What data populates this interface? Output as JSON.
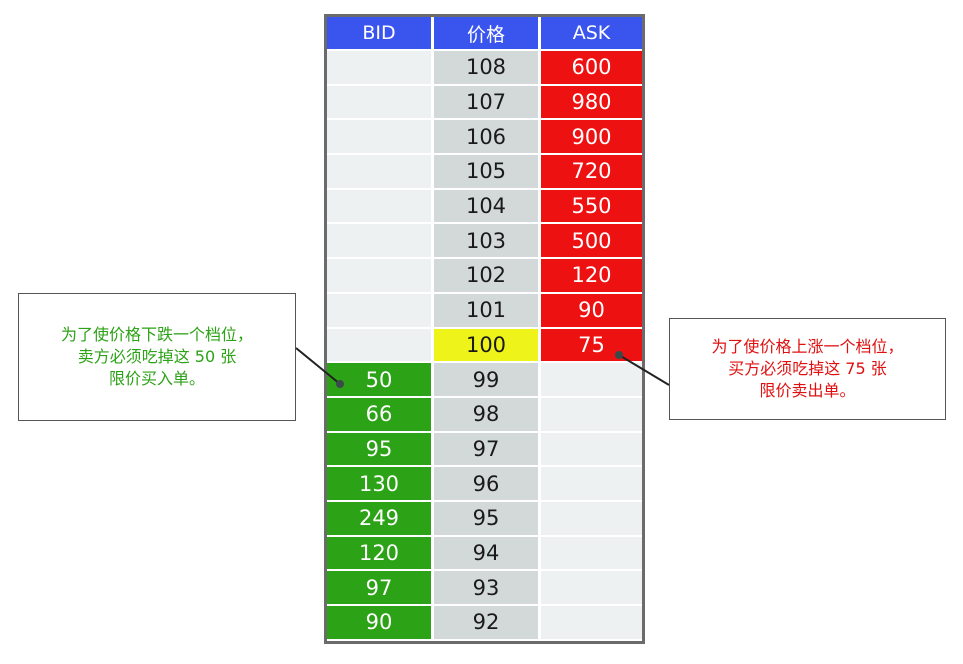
{
  "order_book": {
    "headers": {
      "bid": "BID",
      "price": "价格",
      "ask": "ASK"
    },
    "rows": [
      {
        "bid": "",
        "price": "108",
        "ask": "600"
      },
      {
        "bid": "",
        "price": "107",
        "ask": "980"
      },
      {
        "bid": "",
        "price": "106",
        "ask": "900"
      },
      {
        "bid": "",
        "price": "105",
        "ask": "720"
      },
      {
        "bid": "",
        "price": "104",
        "ask": "550"
      },
      {
        "bid": "",
        "price": "103",
        "ask": "500"
      },
      {
        "bid": "",
        "price": "102",
        "ask": "120"
      },
      {
        "bid": "",
        "price": "101",
        "ask": "90"
      },
      {
        "bid": "",
        "price": "100",
        "ask": "75"
      },
      {
        "bid": "50",
        "price": "99",
        "ask": ""
      },
      {
        "bid": "66",
        "price": "98",
        "ask": ""
      },
      {
        "bid": "95",
        "price": "97",
        "ask": ""
      },
      {
        "bid": "130",
        "price": "96",
        "ask": ""
      },
      {
        "bid": "249",
        "price": "95",
        "ask": ""
      },
      {
        "bid": "120",
        "price": "94",
        "ask": ""
      },
      {
        "bid": "97",
        "price": "93",
        "ask": ""
      },
      {
        "bid": "90",
        "price": "92",
        "ask": ""
      }
    ],
    "current_price": "100",
    "colors": {
      "header": "#3a55ee",
      "ask": "#ee1111",
      "bid": "#2ca216",
      "current": "#eef31a",
      "price": "#d3d9d9",
      "empty": "#eef1f1"
    }
  },
  "callouts": {
    "left": {
      "lines": [
        "为了使价格下跌一个档位，",
        "卖方必须吃掉这 50 张",
        "限价买入单。"
      ],
      "color": "#2ca216"
    },
    "right": {
      "lines": [
        "为了使价格上涨一个档位，",
        "买方必须吃掉这 75 张",
        "限价卖出单。"
      ],
      "color": "#e01010"
    }
  }
}
